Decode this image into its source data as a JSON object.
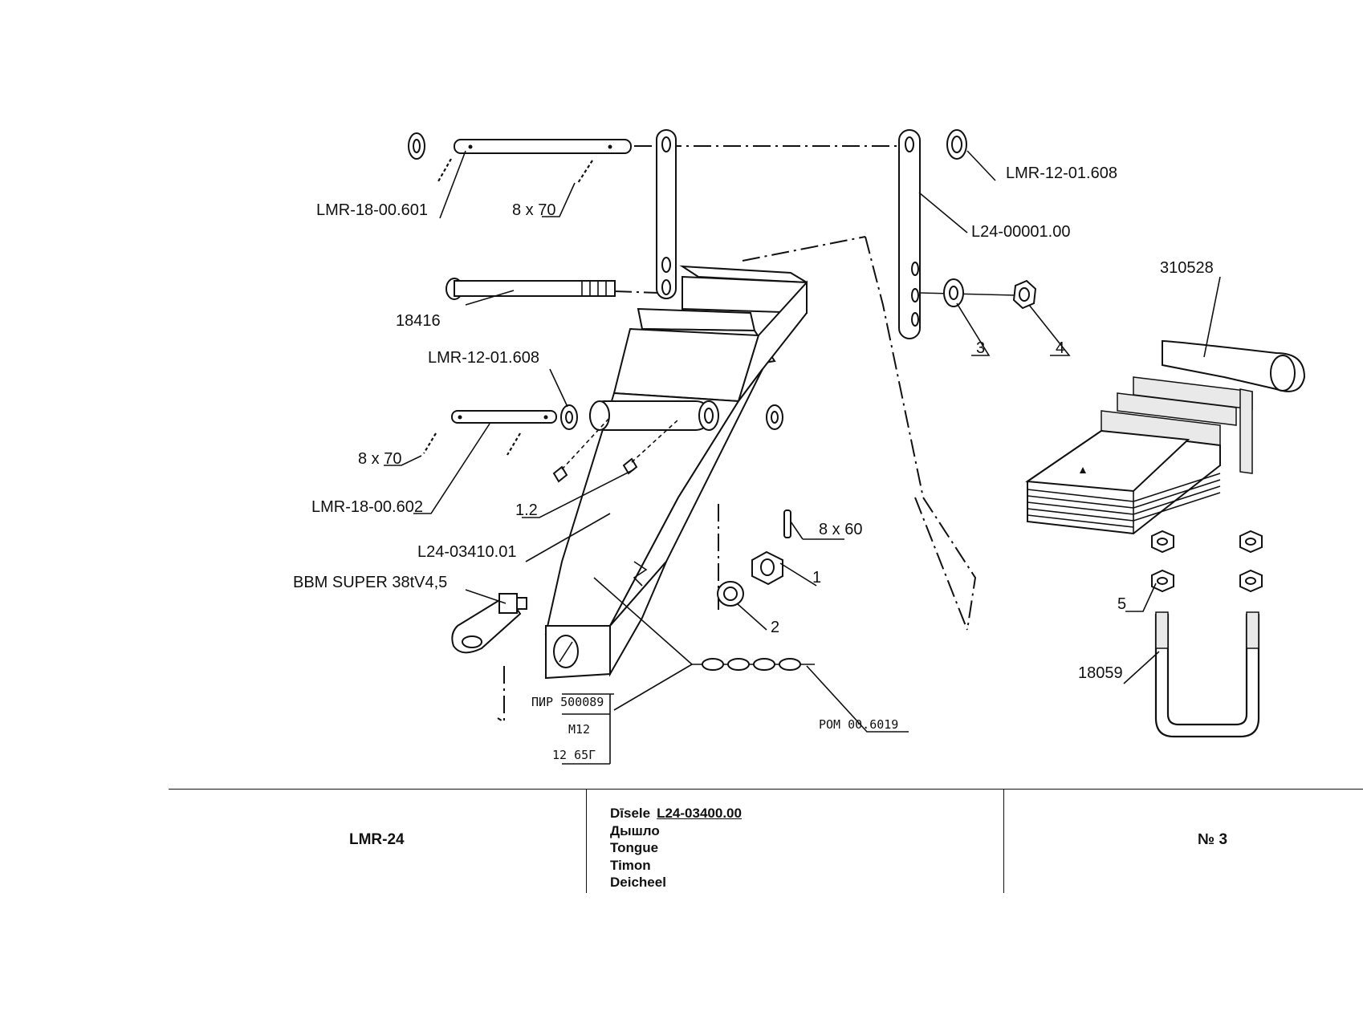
{
  "callouts": {
    "pin_top": "LMR-18-00.601",
    "split_pin_top": "8 x 70",
    "washer_top_right": "LMR-12-01.608",
    "link_plate": "L24-00001.00",
    "spring": "310528",
    "bolt": "18416",
    "washer_3": "3",
    "nut_4": "4",
    "washer_mid": "LMR-12-01.608",
    "split_pin_mid": "8 x 70",
    "pin_mid": "LMR-18-00.602",
    "grease_nipple": "1.2",
    "tongue_body": "L24-03410.01",
    "split_pin_nut": "8 x 60",
    "castle_nut_1": "1",
    "washer_2": "2",
    "eye_coupling": "BBM SUPER 38tV4,5",
    "nut_5": "5",
    "u_bolt": "18059",
    "pin_bolt": "ПИР 500089",
    "nut_m12": "M12",
    "washer_65g": "12 65Г",
    "chain": "РОМ 00.6019"
  },
  "title_block": {
    "model": "LMR-24",
    "name_lv": "Dīsele",
    "drawing_code": "L24-03400.00",
    "name_ru": "Дышло",
    "name_en": "Tongue",
    "name_es": "Timon",
    "name_nl": "Deicheel",
    "sheet": "№ 3"
  }
}
